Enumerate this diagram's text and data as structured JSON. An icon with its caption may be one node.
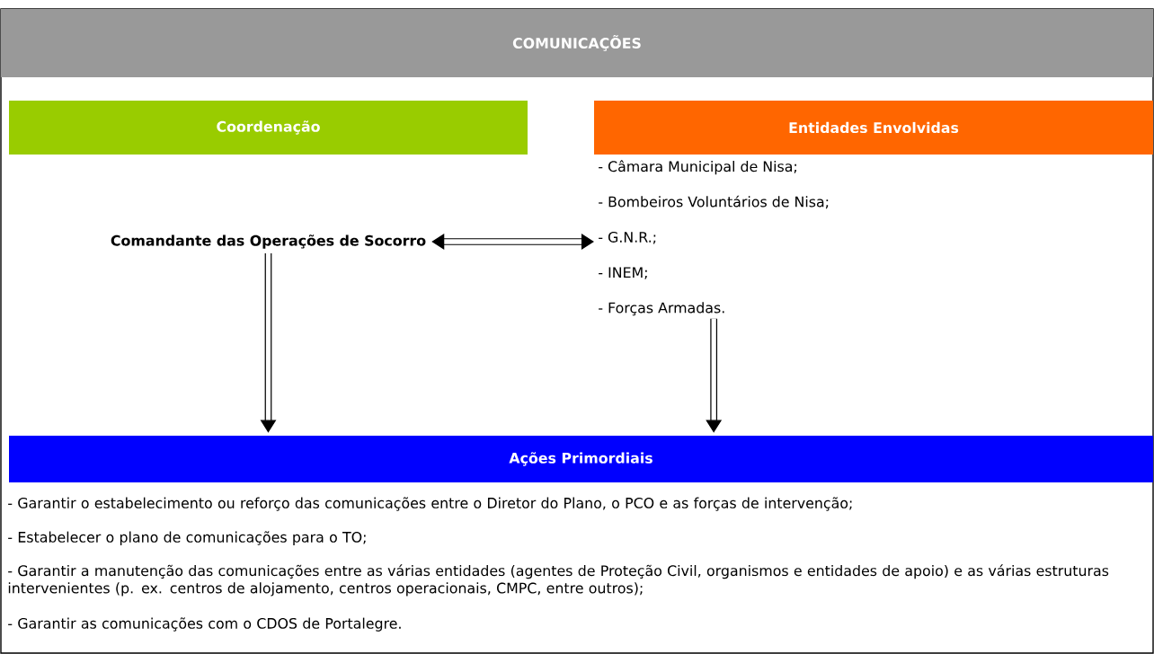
{
  "diagram": {
    "nodes": [
      {
        "text": [
          "COMUNICAÇÕES"
        ]
      },
      {
        "text": [
          "Coordenação"
        ]
      },
      {
        "text": [
          "Entidades Envolvidas"
        ]
      },
      {
        "text": [
          "Comandante das Operações de Socorro"
        ]
      },
      {
        "text": [
          "- Câmara Municipal de Nisa;",
          "- Bombeiros Voluntários de Nisa;",
          "- G.N.R.;",
          "- INEM;",
          "- Forças Armadas."
        ]
      },
      {
        "text": [
          "Ações Primordiais"
        ]
      }
    ],
    "edges": [
      {
        "from": 3,
        "to": 4,
        "arrow": "both"
      },
      {
        "from": 3,
        "to": 5,
        "arrow": "to"
      },
      {
        "from": 4,
        "to": 5,
        "arrow": "to"
      }
    ],
    "labels": [
      "- Garantir o estabelecimento ou reforço das comunicações entre o Diretor do Plano, o PCO e as forças de intervenção;",
      "- Estabelecer o plano de comunicações para o TO;",
      "- Garantir a manutenção das comunicações entre as várias entidades (agentes de Proteção Civil, organismos e entidades de apoio) e as várias estruturas intervenientes (p. ex. centros de alojamento, centros operacionais, CMPC, entre outros);",
      "- Garantir as comunicações com o CDOS de Portalegre."
    ]
  }
}
